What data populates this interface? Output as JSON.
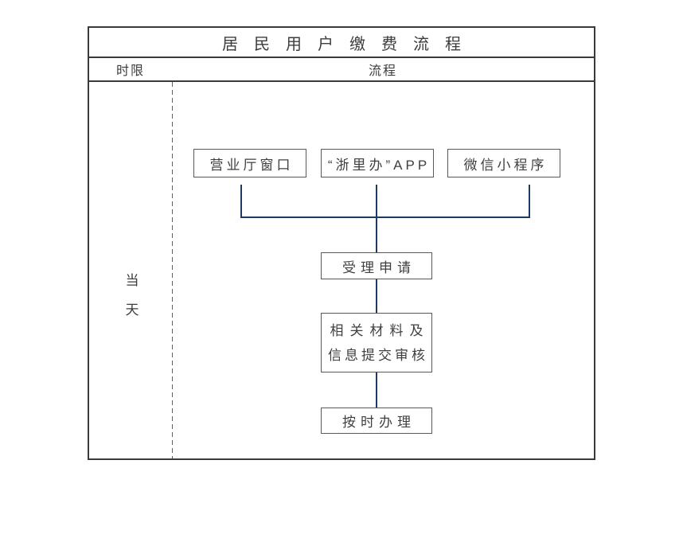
{
  "page": {
    "background": "#ffffff"
  },
  "flowchart": {
    "title": "居民用户缴费流程",
    "columns": {
      "time_header": "时限",
      "process_header": "流程"
    },
    "time_limit": "当天",
    "channels": [
      "营业厅窗口",
      "“浙里办”APP",
      "微信小程序"
    ],
    "steps": {
      "accept": "受理申请",
      "review_line1": "相关材料及",
      "review_line2": "信息提交审核",
      "handle": "按时办理"
    },
    "colors": {
      "frame_border": "#3a3a3a",
      "box_border": "#595959",
      "connector": "#1d3a63",
      "text": "#3f3f3f"
    }
  }
}
